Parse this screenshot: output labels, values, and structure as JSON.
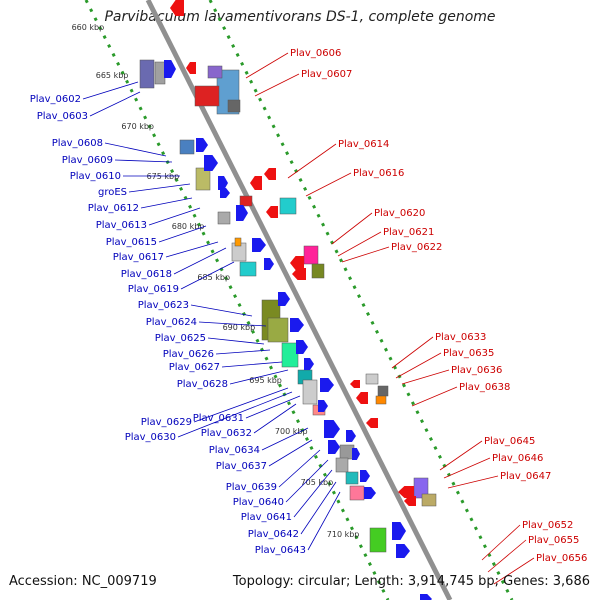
{
  "title": "Parvibaculum lavamentivorans DS-1, complete genome",
  "footer": {
    "accession": "Accession: NC_009719",
    "topology": "Topology: circular; Length: 3,914,745 bp; Genes: 3,686"
  },
  "colors": {
    "forward": "#1a1aee",
    "reverse": "#ee1111",
    "backbone": "#909090",
    "ticks": "#2a9a2a",
    "label_left": "#0000bb",
    "label_right": "#cc0000"
  },
  "kbp_ticks": [
    "660 kbp",
    "665 kbp",
    "670 kbp",
    "675 kbp",
    "680 kbp",
    "685 kbp",
    "690 kbp",
    "695 kbp",
    "700 kbp",
    "705 kbp",
    "710 kbp"
  ],
  "labels_left": [
    "Plav_0602",
    "Plav_0603",
    "Plav_0608",
    "Plav_0609",
    "Plav_0610",
    "groES",
    "Plav_0612",
    "Plav_0613",
    "Plav_0615",
    "Plav_0617",
    "Plav_0618",
    "Plav_0619",
    "Plav_0623",
    "Plav_0624",
    "Plav_0625",
    "Plav_0626",
    "Plav_0627",
    "Plav_0628",
    "Plav_0629",
    "Plav_0630",
    "Plav_0631",
    "Plav_0632",
    "Plav_0634",
    "Plav_0637",
    "Plav_0639",
    "Plav_0640",
    "Plav_0641",
    "Plav_0642",
    "Plav_0643"
  ],
  "labels_right": [
    "Plav_0606",
    "Plav_0607",
    "Plav_0614",
    "Plav_0616",
    "Plav_0620",
    "Plav_0621",
    "Plav_0622",
    "Plav_0633",
    "Plav_0635",
    "Plav_0636",
    "Plav_0638",
    "Plav_0645",
    "Plav_0646",
    "Plav_0647",
    "Plav_0652",
    "Plav_0655",
    "Plav_0656"
  ]
}
